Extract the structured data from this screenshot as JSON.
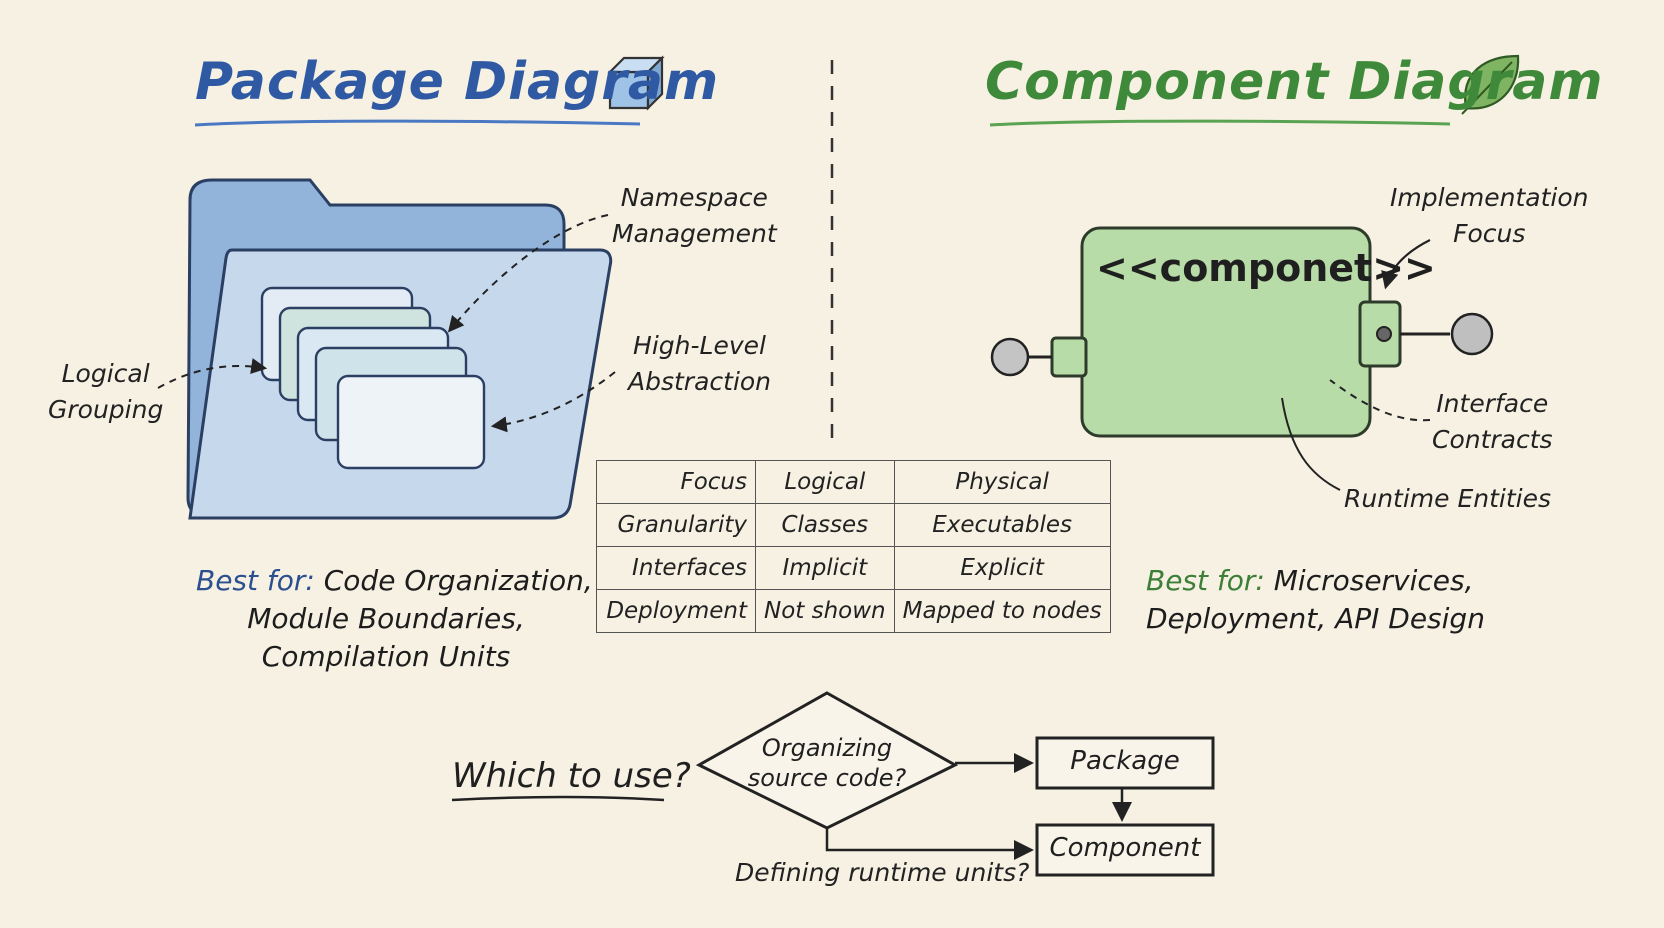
{
  "left": {
    "title": "Package Diagram",
    "labels": {
      "namespace": "Namespace\nManagement",
      "abstraction": "High-Level\nAbstraction",
      "grouping": "Logical\nGrouping"
    },
    "best_for_key": "Best for:",
    "best_for_lines": [
      "Code Organization,",
      "Module Boundaries,",
      "Compilation Units"
    ]
  },
  "right": {
    "title": "Component Diagram",
    "stereotype": "<<componet>>",
    "labels": {
      "implementation": "Implementation\nFocus",
      "interface": "Interface\nContracts",
      "runtime": "Runtime Entities"
    },
    "best_for_key": "Best for:",
    "best_for_lines": [
      "Microservices,",
      "Deployment, API Design"
    ]
  },
  "comparison": {
    "rows": [
      [
        "Focus",
        "Logical",
        "Physical"
      ],
      [
        "Granularity",
        "Classes",
        "Executables"
      ],
      [
        "Interfaces",
        "Implicit",
        "Explicit"
      ],
      [
        "Deployment",
        "Not shown",
        "Mapped to nodes"
      ]
    ]
  },
  "decision": {
    "prompt": "Which to use?",
    "question": "Organizing\nsource code?",
    "yes_target": "Package",
    "no_label": "Defining runtime units?",
    "no_target": "Component"
  },
  "colors": {
    "blue": "#2f5aa3",
    "green": "#3e8a3a",
    "background": "#f6f1e3"
  }
}
